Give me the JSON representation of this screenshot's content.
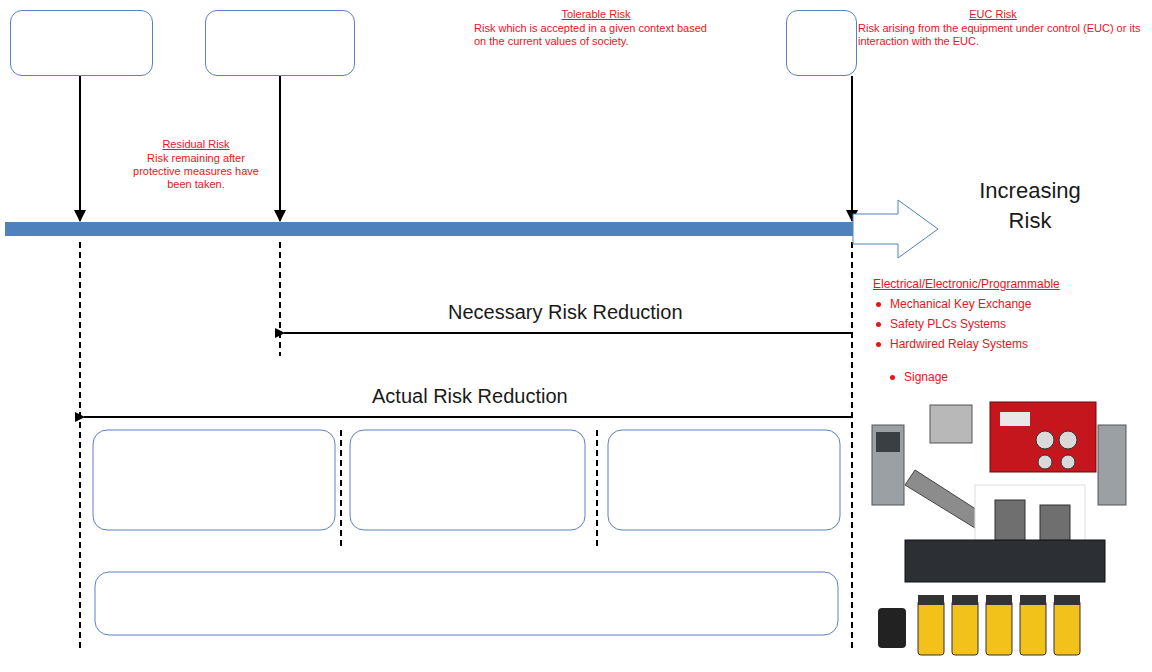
{
  "diagram": {
    "nodes": [
      {
        "text": [
          "Residual Risk",
          "Risk remaining after protective measures have been taken."
        ]
      },
      {
        "text": [
          "Tolerable Risk",
          "Risk which is accepted in a given context based on the current values of society."
        ]
      },
      {
        "text": [
          "EUC Risk",
          "Risk arising from the equipment under control (EUC) or its interaction with the EUC."
        ]
      },
      {
        "text": [
          "Increasing Risk"
        ]
      }
    ],
    "edges": [
      {
        "from": 0,
        "to": 3,
        "arrow": "to"
      },
      {
        "from": 1,
        "to": 3,
        "arrow": "to"
      },
      {
        "from": 2,
        "to": 3,
        "arrow": "to"
      }
    ],
    "labels": [
      "Necessary Risk Reduction",
      "Actual Risk Reduction",
      "Electrical/Electronic/Programmable",
      "Mechanical Key Exchange",
      "Safety PLCs Systems",
      "Hardwired Relay Systems",
      "Signage"
    ]
  }
}
